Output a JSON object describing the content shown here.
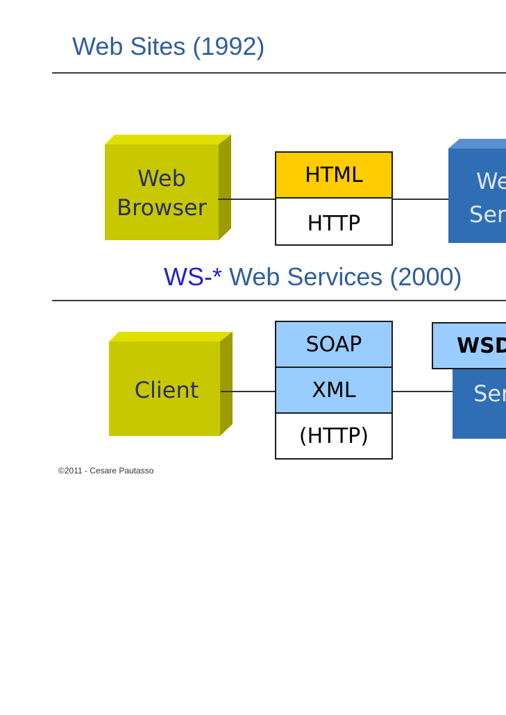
{
  "sections": {
    "top_title": "Web Sites (1992)",
    "bottom_title_prefix": "WS-*",
    "bottom_title_rest": " Web Services (2000)"
  },
  "top_diagram": {
    "client_label_line1": "Web",
    "client_label_line2": "Browser",
    "stack": [
      "HTML",
      "HTTP"
    ],
    "server_label_line1": "Web",
    "server_label_line2": "Server"
  },
  "bottom_diagram": {
    "client_label": "Client",
    "stack": [
      "SOAP",
      "XML",
      "(HTTP)"
    ],
    "interface_label": "WSDL",
    "server_label": "Server"
  },
  "footer": "©2011 - Cesare Pautasso",
  "colors": {
    "title": "#2f5e9c",
    "cube_front": "#c8c800",
    "cube_side": "#9c9c00",
    "cube_top": "#e0e000",
    "html_box": "#ffcc00",
    "soap_xml_box": "#99ccff",
    "server_blue": "#2f6db5"
  }
}
